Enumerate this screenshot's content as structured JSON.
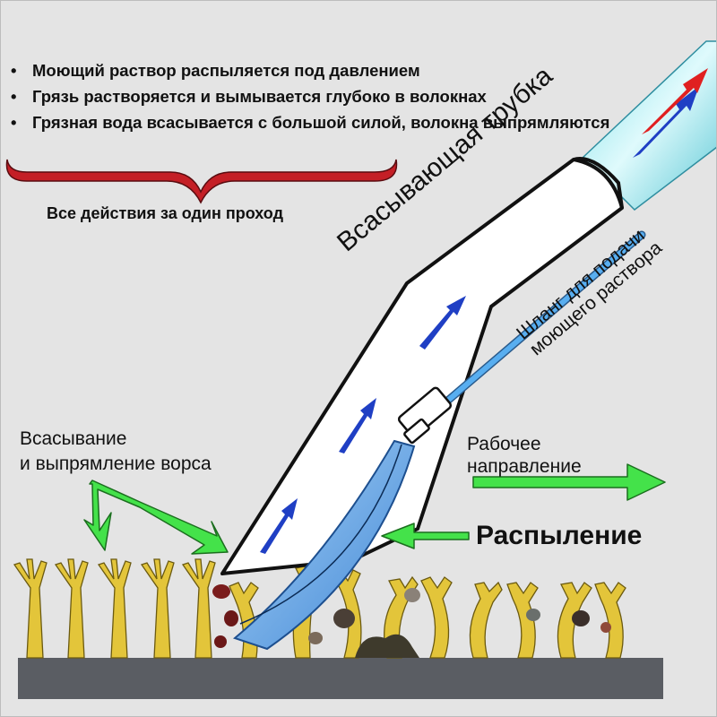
{
  "bullets": [
    "Моющий раствор распыляется под давлением",
    "Грязь растворяется и вымывается глубоко в волокнах",
    "Грязная вода всасывается с большой силой, волокна выпрямляются"
  ],
  "summary": "Все действия за один проход",
  "labels": {
    "suction_tube": "Всасывающая трубка",
    "hose_line1": "Шланг для подачи",
    "hose_line2": "моющего раствора",
    "suction_line1": "Всасывание",
    "suction_line2": "и выпрямление ворса",
    "direction_line1": "Рабочее",
    "direction_line2": "направление",
    "spray": "Распыление"
  },
  "icons": {
    "brace": "curly-brace-icon",
    "arrow": "arrow-icon",
    "flow": "flow-arrow-icon"
  },
  "colors": {
    "background": "#e4e4e4",
    "brace": "#c41f26",
    "green_arrow": "#44e24a",
    "flow_arrow": "#1f3fc4",
    "red_flow": "#e02020",
    "hose": "#58aef0",
    "spray": "#7fb8ec",
    "fiber": "#e3c53a",
    "floor": "#5a5d63"
  }
}
